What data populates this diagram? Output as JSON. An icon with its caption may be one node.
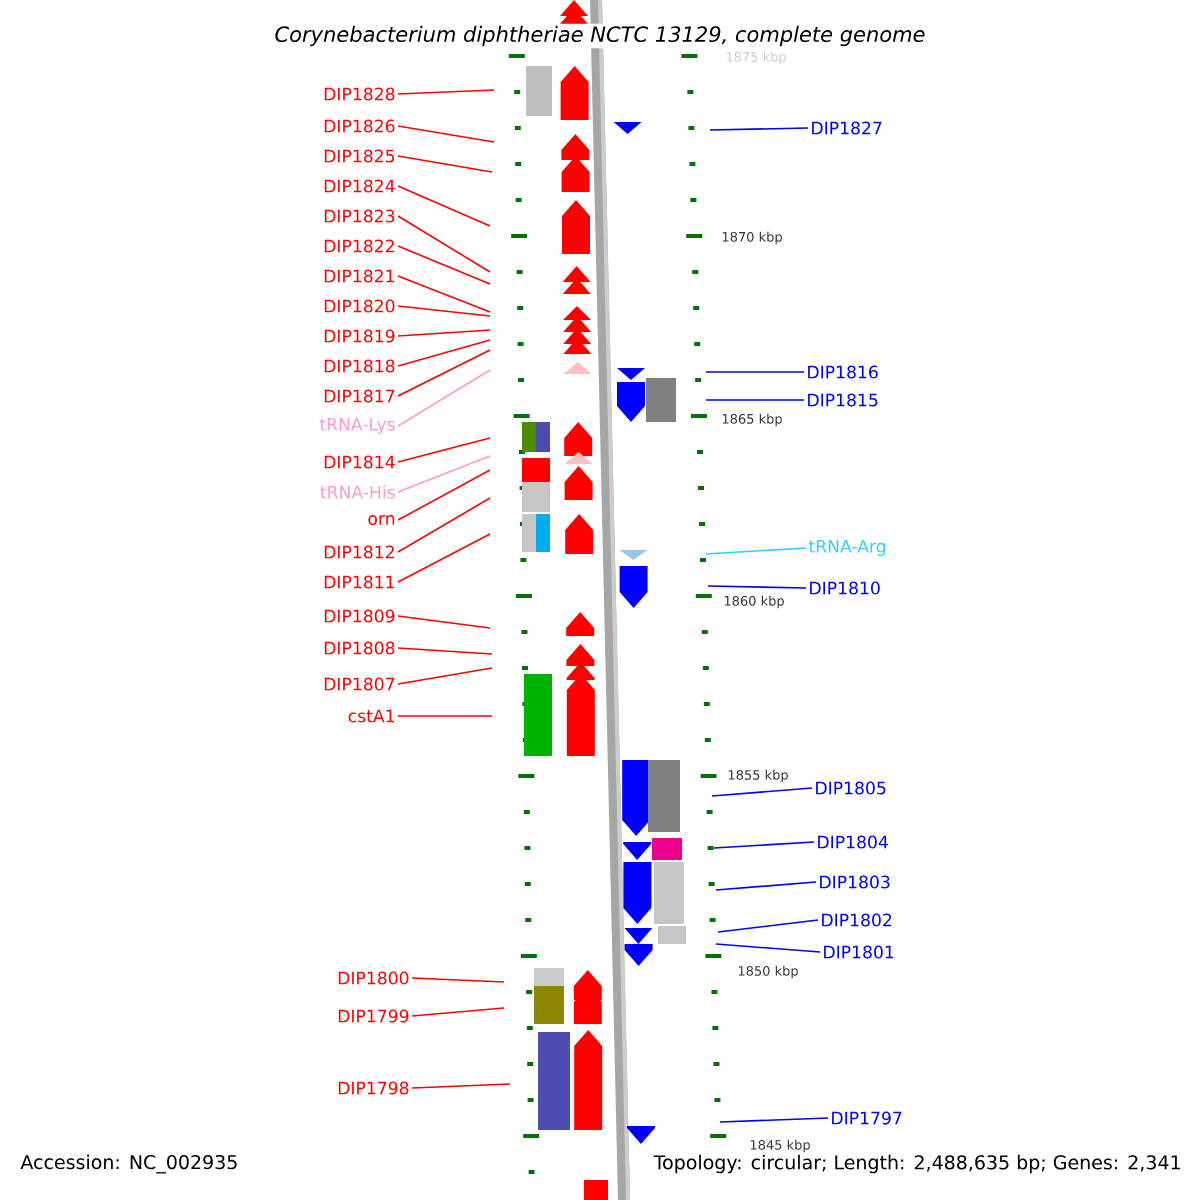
{
  "diagram": {
    "title": "Corynebacterium diphtheriae NCTC 13129, complete genome",
    "nodes": [
      {
        "text": [
          "DIP1828"
        ]
      },
      {
        "text": [
          "DIP1826"
        ]
      },
      {
        "text": [
          "DIP1825"
        ]
      },
      {
        "text": [
          "DIP1824"
        ]
      },
      {
        "text": [
          "DIP1823"
        ]
      },
      {
        "text": [
          "DIP1822"
        ]
      },
      {
        "text": [
          "DIP1821"
        ]
      },
      {
        "text": [
          "DIP1820"
        ]
      },
      {
        "text": [
          "DIP1819"
        ]
      },
      {
        "text": [
          "DIP1818"
        ]
      },
      {
        "text": [
          "DIP1817"
        ]
      },
      {
        "text": [
          "tRNA-Lys"
        ]
      },
      {
        "text": [
          "DIP1814"
        ]
      },
      {
        "text": [
          "tRNA-His"
        ]
      },
      {
        "text": [
          "orn"
        ]
      },
      {
        "text": [
          "DIP1812"
        ]
      },
      {
        "text": [
          "DIP1811"
        ]
      },
      {
        "text": [
          "DIP1809"
        ]
      },
      {
        "text": [
          "DIP1808"
        ]
      },
      {
        "text": [
          "DIP1807"
        ]
      },
      {
        "text": [
          "cstA1"
        ]
      },
      {
        "text": [
          "DIP1800"
        ]
      },
      {
        "text": [
          "DIP1799"
        ]
      },
      {
        "text": [
          "DIP1798"
        ]
      },
      {
        "text": [
          "DIP1827"
        ]
      },
      {
        "text": [
          "DIP1816"
        ]
      },
      {
        "text": [
          "DIP1815"
        ]
      },
      {
        "text": [
          "tRNA-Arg"
        ]
      },
      {
        "text": [
          "DIP1810"
        ]
      },
      {
        "text": [
          "DIP1805"
        ]
      },
      {
        "text": [
          "DIP1804"
        ]
      },
      {
        "text": [
          "DIP1803"
        ]
      },
      {
        "text": [
          "DIP1802"
        ]
      },
      {
        "text": [
          "DIP1801"
        ]
      },
      {
        "text": [
          "DIP1797"
        ]
      }
    ],
    "edges": [
      {
        "from": 0,
        "to": null,
        "arrow": "none"
      },
      {
        "from": 1,
        "to": null,
        "arrow": "none"
      },
      {
        "from": 2,
        "to": null,
        "arrow": "none"
      },
      {
        "from": 3,
        "to": null,
        "arrow": "none"
      },
      {
        "from": 4,
        "to": null,
        "arrow": "none"
      },
      {
        "from": 5,
        "to": null,
        "arrow": "none"
      },
      {
        "from": 6,
        "to": null,
        "arrow": "none"
      },
      {
        "from": 7,
        "to": null,
        "arrow": "none"
      },
      {
        "from": 8,
        "to": null,
        "arrow": "none"
      },
      {
        "from": 9,
        "to": null,
        "arrow": "none"
      },
      {
        "from": 10,
        "to": null,
        "arrow": "none"
      },
      {
        "from": 11,
        "to": null,
        "arrow": "none",
        "color": "#ff99cc"
      },
      {
        "from": 12,
        "to": null,
        "arrow": "none"
      },
      {
        "from": 13,
        "to": null,
        "arrow": "none",
        "color": "#ff99cc"
      },
      {
        "from": 14,
        "to": null,
        "arrow": "none"
      },
      {
        "from": 15,
        "to": null,
        "arrow": "none"
      },
      {
        "from": 16,
        "to": null,
        "arrow": "none"
      },
      {
        "from": 17,
        "to": null,
        "arrow": "none"
      },
      {
        "from": 18,
        "to": null,
        "arrow": "none"
      },
      {
        "from": 19,
        "to": null,
        "arrow": "none"
      },
      {
        "from": 20,
        "to": null,
        "arrow": "none"
      },
      {
        "from": 21,
        "to": null,
        "arrow": "none"
      },
      {
        "from": 22,
        "to": null,
        "arrow": "none"
      },
      {
        "from": 23,
        "to": null,
        "arrow": "none"
      },
      {
        "from": 24,
        "to": null,
        "arrow": "none",
        "color": "#0000ff"
      },
      {
        "from": 25,
        "to": null,
        "arrow": "none",
        "color": "#0000ff"
      },
      {
        "from": 26,
        "to": null,
        "arrow": "none",
        "color": "#0000ff"
      },
      {
        "from": 27,
        "to": null,
        "arrow": "none",
        "color": "#33ccff"
      },
      {
        "from": 28,
        "to": null,
        "arrow": "none",
        "color": "#0000ff"
      },
      {
        "from": 29,
        "to": null,
        "arrow": "none",
        "color": "#0000ff"
      },
      {
        "from": 30,
        "to": null,
        "arrow": "none",
        "color": "#0000ff"
      },
      {
        "from": 31,
        "to": null,
        "arrow": "none",
        "color": "#0000ff"
      },
      {
        "from": 32,
        "to": null,
        "arrow": "none",
        "color": "#0000ff"
      },
      {
        "from": 33,
        "to": null,
        "arrow": "none",
        "color": "#0000ff"
      },
      {
        "from": 34,
        "to": null,
        "arrow": "none",
        "color": "#0000ff"
      }
    ],
    "labels": [
      "1875 kbp",
      "1870 kbp",
      "1865 kbp",
      "1860 kbp",
      "1855 kbp",
      "1850 kbp",
      "1845 kbp",
      "Accession: NC_002935",
      "Topology: circular; Length: 2,488,635 bp; Genes: 2,341"
    ]
  }
}
